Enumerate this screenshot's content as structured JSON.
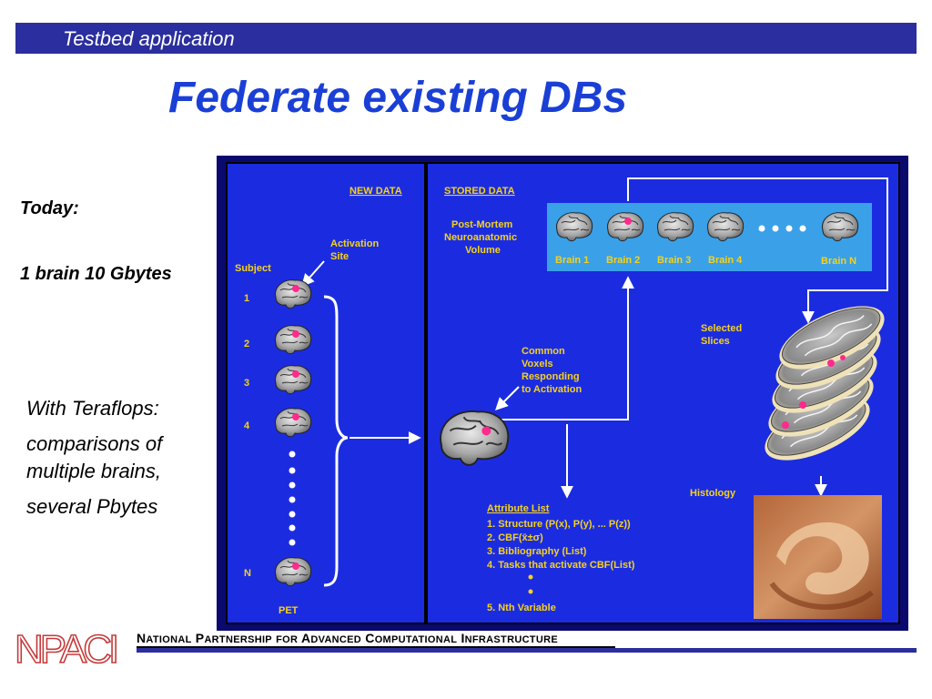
{
  "header": {
    "section_label": "Testbed application"
  },
  "title": "Federate existing DBs",
  "left_panel": {
    "today_label": "Today:",
    "brain_size": "1 brain  10 Gbytes",
    "teraflops_heading": "With Teraflops:",
    "comparisons_line1": "comparisons of",
    "comparisons_line2": "multiple brains,",
    "pbytes": "several Pbytes"
  },
  "diagram": {
    "new_data_label": "NEW DATA",
    "stored_data_label": "STORED DATA",
    "subject_label": "Subject",
    "activation_site_line1": "Activation",
    "activation_site_line2": "Site",
    "subjects": [
      "1",
      "2",
      "3",
      "4",
      "N"
    ],
    "pet_label": "PET",
    "post_mortem_line1": "Post-Mortem",
    "post_mortem_line2": "Neuroanatomic",
    "post_mortem_line3": "Volume",
    "brains": [
      "Brain 1",
      "Brain 2",
      "Brain 3",
      "Brain 4",
      "Brain N"
    ],
    "common_voxels_line1": "Common",
    "common_voxels_line2": "Voxels",
    "common_voxels_line3": "Responding",
    "common_voxels_line4": "to Activation",
    "selected_slices_line1": "Selected",
    "selected_slices_line2": "Slices",
    "histology_label": "Histology",
    "attribute_list_title": "Attribute List",
    "attribute_items": [
      "1. Structure (P(x), P(y), ... P(z))",
      "2. CBF(x̄±σ)",
      "3. Bibliography (List)",
      "4. Tasks that activate CBF(List)",
      "5. Nth Variable"
    ],
    "colors": {
      "panel": "#1b2ce0",
      "border": "#0a0a6e",
      "label": "#f5d21e",
      "brain_strip": "#3aa0e8",
      "activation": "#ff2a8c"
    }
  },
  "footer": {
    "logo_text": "NPACI",
    "org_w1_cap": "N",
    "org_w1_rest": "ATIONAL",
    "org_w2_cap": "P",
    "org_w2_rest": "ARTNERSHIP",
    "org_w3": "FOR",
    "org_w4_cap": "A",
    "org_w4_rest": "DVANCED",
    "org_w5_cap": "C",
    "org_w5_rest": "OMPUTATIONAL",
    "org_w6_cap": "I",
    "org_w6_rest": "NFRASTRUCTURE"
  }
}
